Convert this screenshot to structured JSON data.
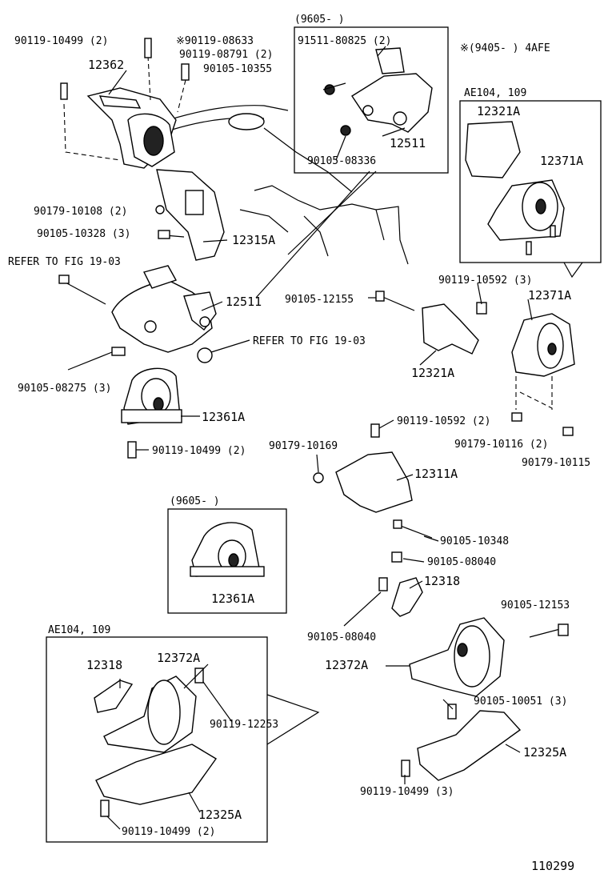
{
  "note": "※(9405-      ) 4AFE",
  "figure_number": "110299",
  "boxes": {
    "top": {
      "title": "(9605-      )"
    },
    "right": {
      "title": "AE104, 109"
    },
    "middle": {
      "title": "(9605-      )"
    },
    "bottom": {
      "title": "AE104, 109"
    }
  },
  "labels": {
    "l1": "90119-10499 (2)",
    "l2": "※90119-08633",
    "l3": "90119-08791 (2)",
    "l4": "90105-10355",
    "l5": "12362",
    "l6": "91511-80825 (2)",
    "l7": "12511",
    "l8": "90105-08336",
    "l9": "12321A",
    "l10": "12371A",
    "l11": "90179-10108 (2)",
    "l12": "90105-10328 (3)",
    "l13": "12315A",
    "l14": "REFER TO FIG 19-03",
    "l15": "12511",
    "l16": "90105-12155",
    "l17": "90119-10592 (3)",
    "l18": "12371A",
    "l19": "REFER TO FIG 19-03",
    "l20": "12321A",
    "l21": "90105-08275 (3)",
    "l22": "12361A",
    "l23": "90119-10592 (2)",
    "l24": "90179-10116 (2)",
    "l25": "90179-10115",
    "l26": "90119-10499 (2)",
    "l27": "90179-10169",
    "l28": "12311A",
    "l29": "12361A",
    "l30": "90105-10348",
    "l31": "90105-08040",
    "l32": "12318",
    "l33": "90105-08040",
    "l34": "90105-12153",
    "l35": "12318",
    "l36": "12372A",
    "l37": "12372A",
    "l38": "90119-12253",
    "l39": "90105-10051 (3)",
    "l40": "12325A",
    "l41": "12325A",
    "l42": "90119-10499 (2)",
    "l43": "90119-10499 (3)"
  }
}
